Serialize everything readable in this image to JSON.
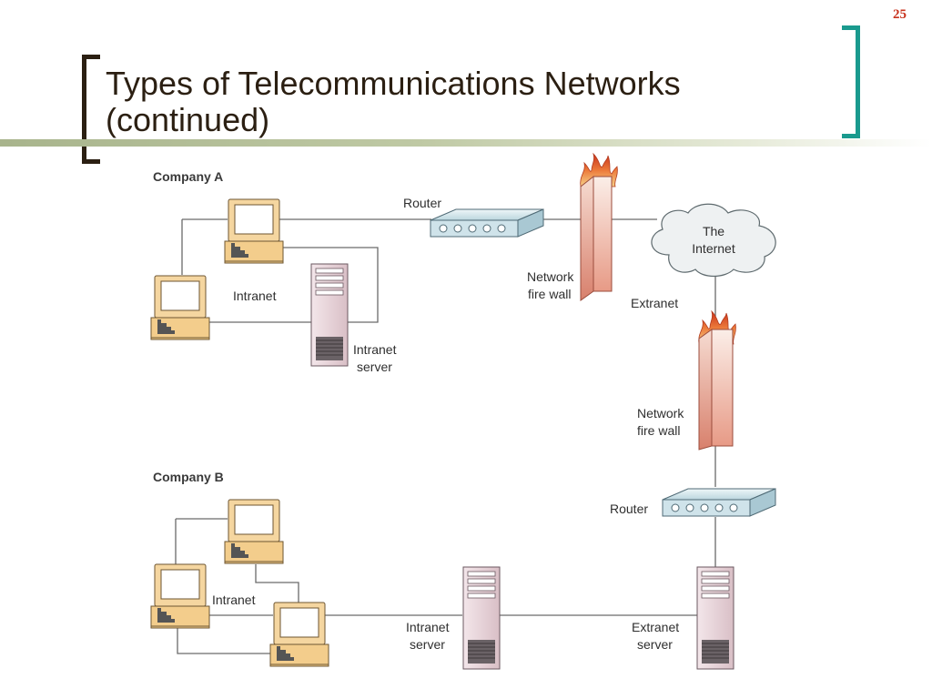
{
  "page_number": "25",
  "title_line1": "Types of Telecommunications Networks",
  "title_line2": "(continued)",
  "diagram": {
    "company_a": "Company A",
    "company_b": "Company B",
    "router": "Router",
    "internet_line1": "The",
    "internet_line2": "Internet",
    "firewall_line1": "Network",
    "firewall_line2": "fire wall",
    "extranet": "Extranet",
    "intranet": "Intranet",
    "intranet_server_line1": "Intranet",
    "intranet_server_line2": "server",
    "extranet_server_line1": "Extranet",
    "extranet_server_line2": "server"
  },
  "colors": {
    "title": "#2b1f12",
    "accent_teal": "#1a9a8e",
    "page_number": "#c8331e",
    "computer_tan": "#f2cf94",
    "server_pink": "#ecdce0",
    "router_blue": "#cde3ea",
    "firewall_salmon": "#e9a08e"
  }
}
